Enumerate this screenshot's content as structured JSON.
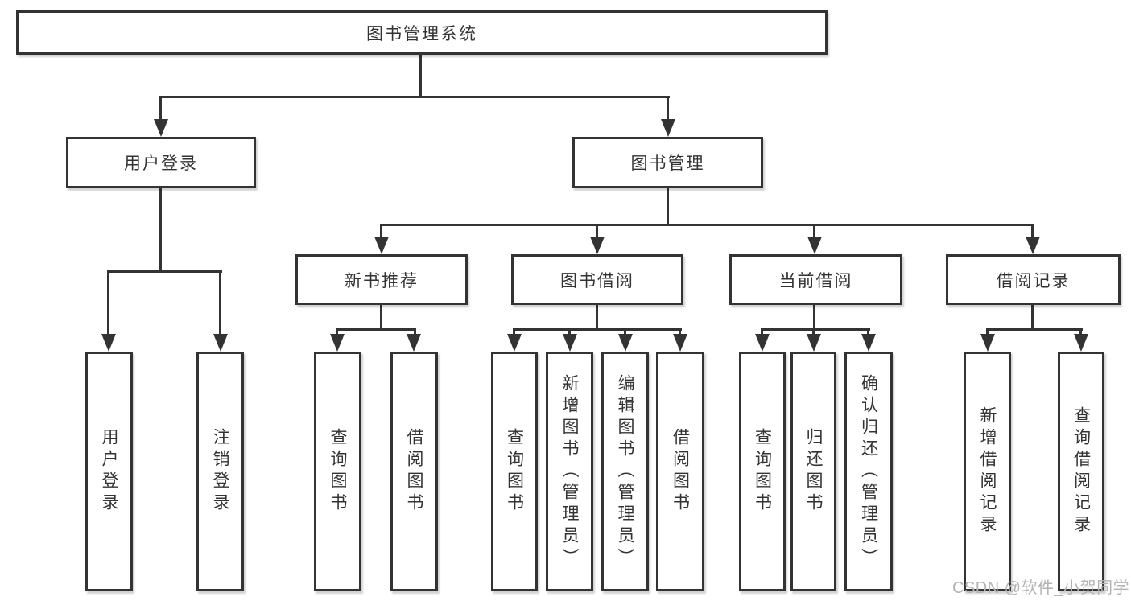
{
  "colors": {
    "line": "#333333",
    "box_border": "#333333",
    "text": "#333333",
    "background": "#ffffff",
    "watermark": "#b3b3b3"
  },
  "watermark": {
    "text": "CSDN @软件_小贺同学"
  },
  "tree": {
    "root": {
      "label": "图书管理系统"
    },
    "branches": [
      {
        "label": "用户登录",
        "children": [
          {
            "label": "用户登录"
          },
          {
            "label": "注销登录"
          }
        ]
      },
      {
        "label": "图书管理",
        "children": [
          {
            "label": "新书推荐",
            "children": [
              {
                "label": "查询图书"
              },
              {
                "label": "借阅图书"
              }
            ]
          },
          {
            "label": "图书借阅",
            "children": [
              {
                "label": "查询图书"
              },
              {
                "label": "新增图书（管理员）"
              },
              {
                "label": "编辑图书（管理员）"
              },
              {
                "label": "借阅图书"
              }
            ]
          },
          {
            "label": "当前借阅",
            "children": [
              {
                "label": "查询图书"
              },
              {
                "label": "归还图书"
              },
              {
                "label": "确认归还（管理员）"
              }
            ]
          },
          {
            "label": "借阅记录",
            "children": [
              {
                "label": "新增借阅记录"
              },
              {
                "label": "查询借阅记录"
              }
            ]
          }
        ]
      }
    ]
  }
}
